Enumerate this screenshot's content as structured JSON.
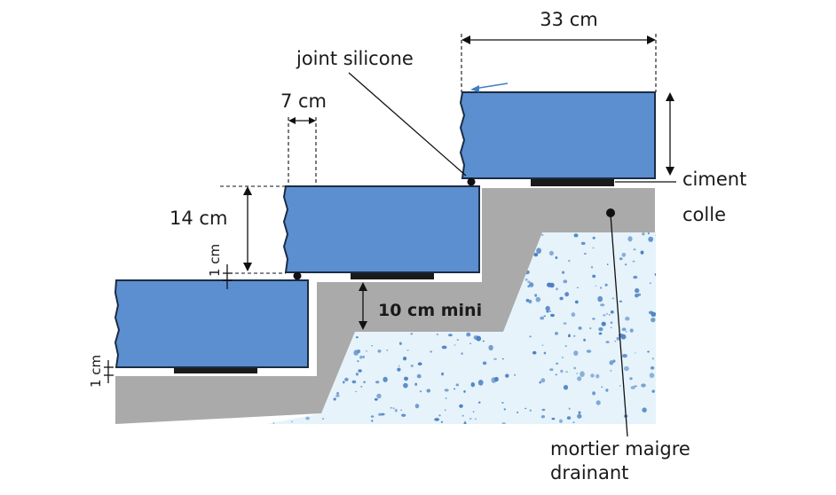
{
  "labels": {
    "tread_depth": "33 cm",
    "joint": "joint silicone",
    "nosing": "7 cm",
    "riser_height": "14 cm",
    "joint_thickness_upper": "1 cm",
    "joint_thickness_lower": "1 cm",
    "cement": "ciment",
    "glue": "colle",
    "min_thickness": "10 cm mini",
    "mortar_line1": "mortier maigre",
    "mortar_line2": "drainant"
  },
  "colors": {
    "step_fill": "#5b8fcf",
    "step_outline": "#1c2c44",
    "concrete": "#aaaaaa",
    "mortar_bg": "#e6f3fb",
    "mortar_speckle": "#4a7fc1",
    "adhesive": "#1a1a1a"
  }
}
